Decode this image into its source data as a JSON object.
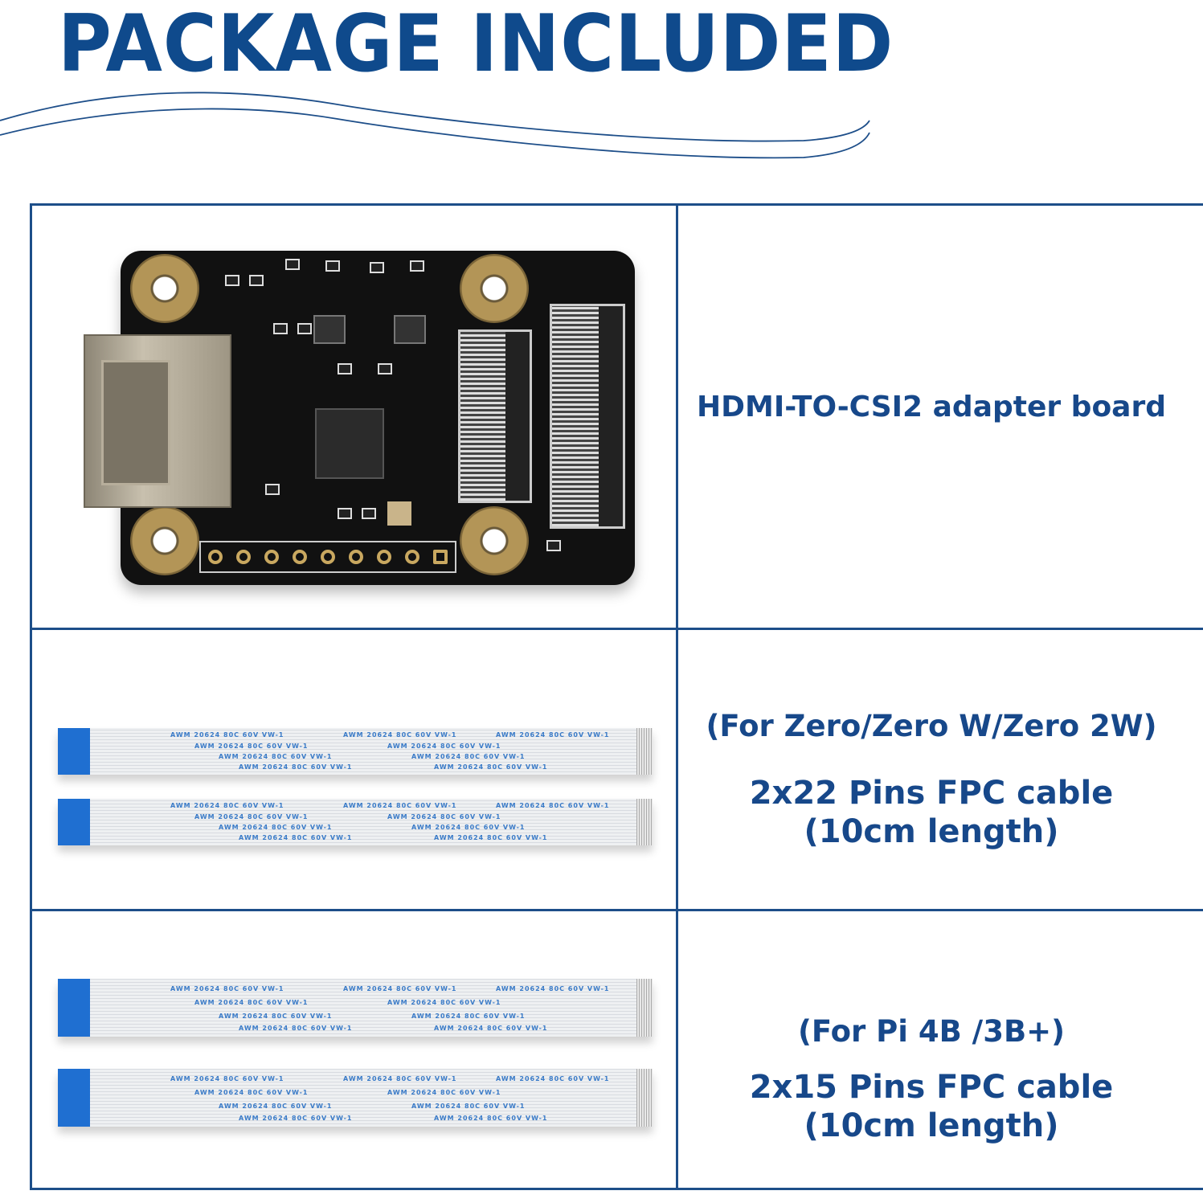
{
  "title": "PACKAGE INCLUDED",
  "items": [
    {
      "caption": "HDMI-TO-CSI2 adapter board"
    },
    {
      "compat": "(For Zero/Zero W/Zero 2W)",
      "caption": "2x22 Pins FPC cable",
      "length": "(10cm length)"
    },
    {
      "compat": "(For Pi 4B /3B+)",
      "caption": "2x15 Pins FPC cable",
      "length": "(10cm length)"
    }
  ],
  "cable_print": "AWM 20624 80C 60V VW-1",
  "colors": {
    "brand_blue": "#0f4a8c",
    "border": "#1d4e89",
    "cable_tab": "#1f6fd1"
  }
}
